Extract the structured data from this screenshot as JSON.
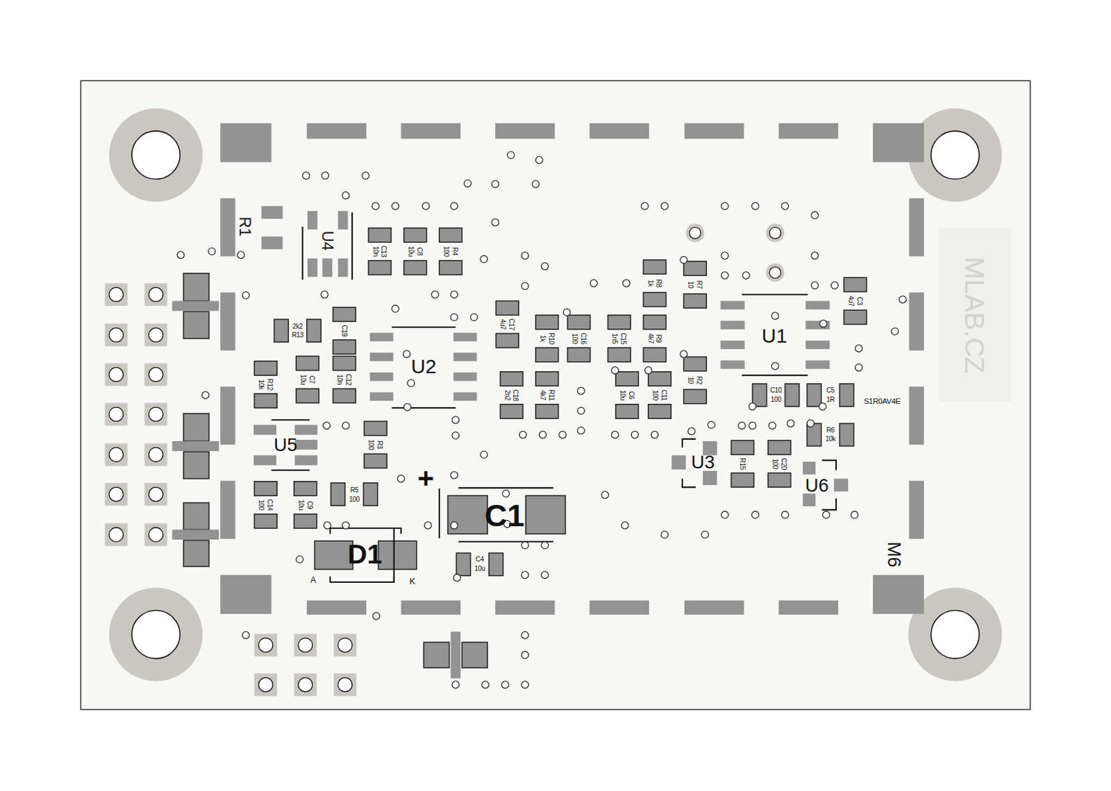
{
  "diagram": {
    "labels": [
      "R1",
      "U4",
      "10n",
      "C13",
      "10u",
      "C8",
      "100",
      "R4",
      "1k",
      "R8",
      "10",
      "R7",
      "4u7",
      "C3",
      "4u7",
      "C17",
      "1k",
      "R10",
      "100",
      "C16",
      "1n5",
      "C15",
      "4k7",
      "R9",
      "10",
      "R2",
      "2n2",
      "C18",
      "4k7",
      "R11",
      "10u",
      "C6",
      "100",
      "C11",
      "2k2",
      "R13",
      "C19",
      "10k",
      "R12",
      "10u",
      "C7",
      "10n",
      "C12",
      "U2",
      "U1",
      "100",
      "R3",
      "U5",
      "R5",
      "100",
      "100",
      "C14",
      "10u",
      "C9",
      "C1",
      "+",
      "D1",
      "A",
      "K",
      "C4",
      "10u",
      "C10",
      "100",
      "C5",
      "1R",
      "S1R0AV4E",
      "R6",
      "10k",
      "U3",
      "R15",
      "100",
      "C20",
      "U6",
      "M6",
      "MLAB.CZ"
    ]
  }
}
